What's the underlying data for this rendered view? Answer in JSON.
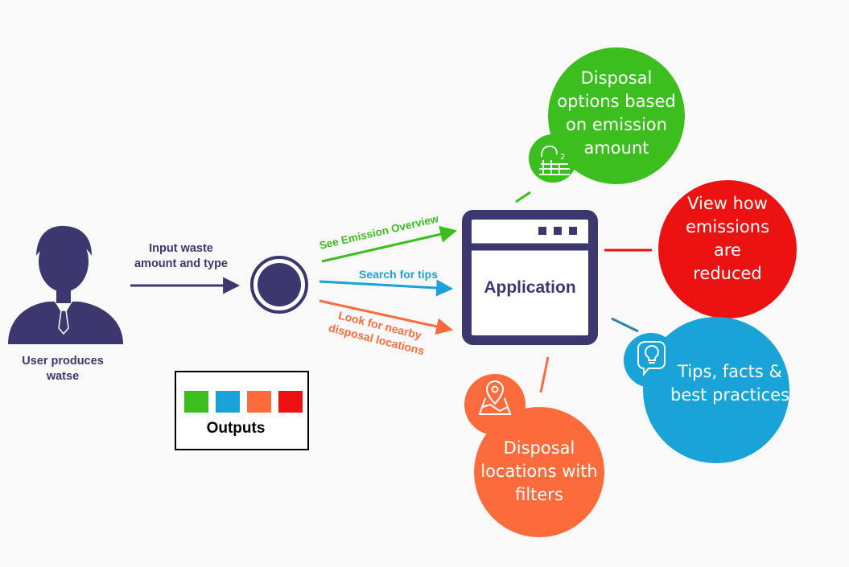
{
  "user": {
    "label_line1": "User produces",
    "label_line2": "watse"
  },
  "input": {
    "label_line1": "Input waste",
    "label_line2": "amount and type"
  },
  "flows": {
    "emission": "See Emission Overview",
    "tips": "Search for tips",
    "nearby_line1": "Look for nearby",
    "nearby_line2": "disposal locations"
  },
  "application": {
    "label": "Application"
  },
  "outputs": {
    "disposal_options": [
      "Disposal",
      "options based",
      "on emission",
      "amount"
    ],
    "view_reduced": [
      "View how",
      "emissions",
      "are",
      "reduced"
    ],
    "tips_facts": [
      "Tips, facts &",
      "best practices"
    ],
    "locations": [
      "Disposal",
      "locations with",
      "filters"
    ]
  },
  "legend": {
    "title": "Outputs",
    "swatches": [
      "#3cbe1e",
      "#1aa3d6",
      "#fb6b3c",
      "#ec1212"
    ]
  },
  "icons": {
    "user": "user-businessman-icon",
    "emission": "co2-emission-icon",
    "tips": "lightbulb-icon",
    "location": "map-pin-icon"
  },
  "colors": {
    "navy": "#3d3770",
    "green": "#3cbe1e",
    "blue": "#1aa3d6",
    "orange": "#fb6b3c",
    "red": "#ec1212"
  }
}
